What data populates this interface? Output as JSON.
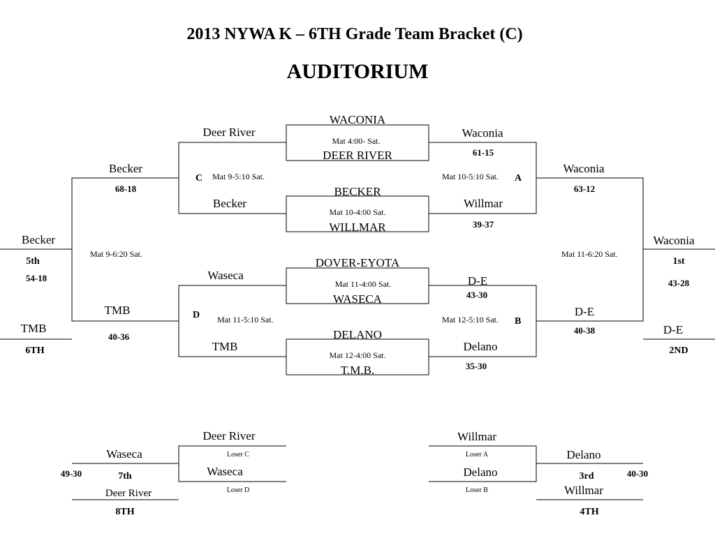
{
  "title": "2013 NYWA K – 6TH Grade Team Bracket (C)",
  "venue": "AUDITORIUM",
  "boxes": {
    "b1": {
      "top": "WACONIA",
      "mat": "Mat 4:00-  Sat.",
      "bottom": "DEER RIVER"
    },
    "b2": {
      "top": "BECKER",
      "mat": "Mat 10-4:00  Sat.",
      "bottom": "WILLMAR"
    },
    "b3": {
      "top": "DOVER-EYOTA",
      "mat": "Mat 11-4:00  Sat.",
      "bottom": "WASECA"
    },
    "b4": {
      "top": "DELANO",
      "mat": "Mat 12-4:00  Sat.",
      "bottom": "T.M.B."
    }
  },
  "left": {
    "r1_top": "Deer River",
    "r1_bottom": "Becker",
    "mat_c": "Mat 9-5:10 Sat.",
    "letter_c": "C",
    "semi1": "Becker",
    "semi1_score": "68-18",
    "r1_top2": "Waseca",
    "r1_bottom2": "TMB",
    "mat_d": "Mat 11-5:10  Sat.",
    "letter_d": "D",
    "semi2": "TMB",
    "semi2_score": "40-36",
    "mat_final": "Mat 9-6:20  Sat.",
    "winner": "Becker",
    "winner_place": "5th",
    "winner_score": "54-18",
    "loser": "TMB",
    "loser_place": "6TH"
  },
  "right": {
    "r1_top": "Waconia",
    "r1_top_score": "61-15",
    "r1_bottom": "Willmar",
    "r1_bottom_score": "39-37",
    "mat_a": "Mat 10-5:10  Sat.",
    "letter_a": "A",
    "semi1": "Waconia",
    "semi1_score": "63-12",
    "r1_top2": "D-E",
    "r1_top2_score": "43-30",
    "r1_bottom2": "Delano",
    "r1_bottom2_score": "35-30",
    "mat_b": "Mat 12-5:10  Sat.",
    "letter_b": "B",
    "semi2": "D-E",
    "semi2_score": "40-38",
    "mat_final": "Mat 11-6:20  Sat.",
    "winner": "Waconia",
    "winner_place": "1st",
    "winner_score": "43-28",
    "loser": "D-E",
    "loser_place": "2ND"
  },
  "consolation_left": {
    "top": "Deer River",
    "top_label": "Loser  C",
    "bottom": "Waseca",
    "bottom_label": "Loser  D",
    "winner": "Waseca",
    "place_win": "7th",
    "score": "49-30",
    "loser": "Deer River",
    "place_lose": "8TH"
  },
  "consolation_right": {
    "top": "Willmar",
    "top_label": "Loser A",
    "bottom": "Delano",
    "bottom_label": "Loser B",
    "winner": "Delano",
    "place_win": "3rd",
    "score": "40-30",
    "loser": "Willmar",
    "place_lose": "4TH"
  }
}
